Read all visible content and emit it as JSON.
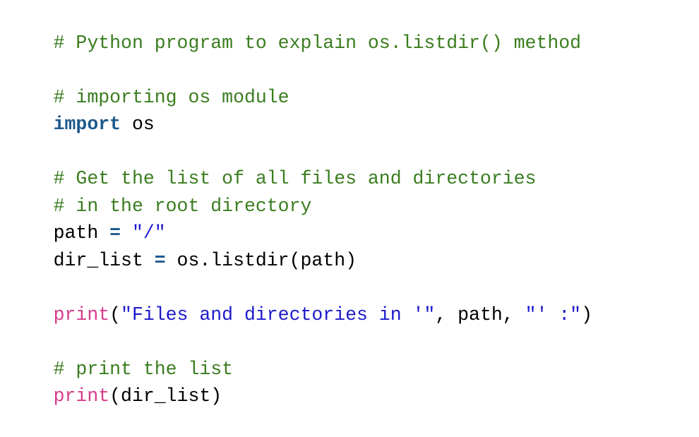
{
  "code": {
    "language": "python",
    "colors": {
      "comment": "#3a7d1f",
      "keyword": "#1f5a8c",
      "operator": "#1f5a8c",
      "string": "#1d1acc",
      "builtin": "#d63c8c",
      "default": "#000000"
    },
    "lines": [
      [
        {
          "t": "comment",
          "v": "# Python program to explain os.listdir() method"
        }
      ],
      [],
      [
        {
          "t": "comment",
          "v": "# importing os module"
        }
      ],
      [
        {
          "t": "keyword",
          "v": "import"
        },
        {
          "t": "default",
          "v": " os"
        }
      ],
      [],
      [
        {
          "t": "comment",
          "v": "# Get the list of all files and directories"
        }
      ],
      [
        {
          "t": "comment",
          "v": "# in the root directory"
        }
      ],
      [
        {
          "t": "default",
          "v": "path "
        },
        {
          "t": "operator",
          "v": "="
        },
        {
          "t": "default",
          "v": " "
        },
        {
          "t": "string",
          "v": "\"/\""
        }
      ],
      [
        {
          "t": "default",
          "v": "dir_list "
        },
        {
          "t": "operator",
          "v": "="
        },
        {
          "t": "default",
          "v": " os.listdir(path)"
        }
      ],
      [],
      [
        {
          "t": "builtin",
          "v": "print"
        },
        {
          "t": "default",
          "v": "("
        },
        {
          "t": "string",
          "v": "\"Files and directories in '\""
        },
        {
          "t": "default",
          "v": ", path, "
        },
        {
          "t": "string",
          "v": "\"' :\""
        },
        {
          "t": "default",
          "v": ")"
        }
      ],
      [],
      [
        {
          "t": "comment",
          "v": "# print the list"
        }
      ],
      [
        {
          "t": "builtin",
          "v": "print"
        },
        {
          "t": "default",
          "v": "(dir_list)"
        }
      ]
    ]
  }
}
